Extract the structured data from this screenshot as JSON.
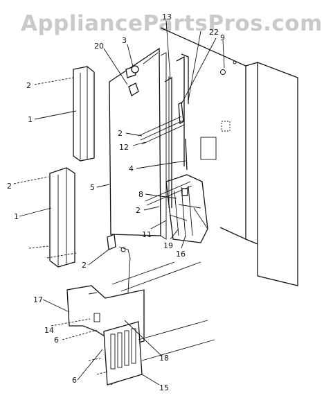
{
  "watermark": "AppliancePartsPros.com",
  "callouts": [
    {
      "id": "2-top-left",
      "text": "2"
    },
    {
      "id": "1-upper",
      "text": "1"
    },
    {
      "id": "2-mid-left",
      "text": "2"
    },
    {
      "id": "1-lower",
      "text": "1"
    },
    {
      "id": "3",
      "text": "3"
    },
    {
      "id": "20",
      "text": "20"
    },
    {
      "id": "13",
      "text": "13"
    },
    {
      "id": "22",
      "text": "22"
    },
    {
      "id": "9",
      "text": "9"
    },
    {
      "id": "2-center",
      "text": "2"
    },
    {
      "id": "12",
      "text": "12"
    },
    {
      "id": "4",
      "text": "4"
    },
    {
      "id": "5",
      "text": "5"
    },
    {
      "id": "8",
      "text": "8"
    },
    {
      "id": "2-lower-center",
      "text": "2"
    },
    {
      "id": "11",
      "text": "11"
    },
    {
      "id": "19",
      "text": "19"
    },
    {
      "id": "16",
      "text": "16"
    },
    {
      "id": "2-bottom-left",
      "text": "2"
    },
    {
      "id": "17",
      "text": "17"
    },
    {
      "id": "14",
      "text": "14"
    },
    {
      "id": "6-upper",
      "text": "6"
    },
    {
      "id": "6-lower",
      "text": "6"
    },
    {
      "id": "18",
      "text": "18"
    },
    {
      "id": "15",
      "text": "15"
    }
  ]
}
